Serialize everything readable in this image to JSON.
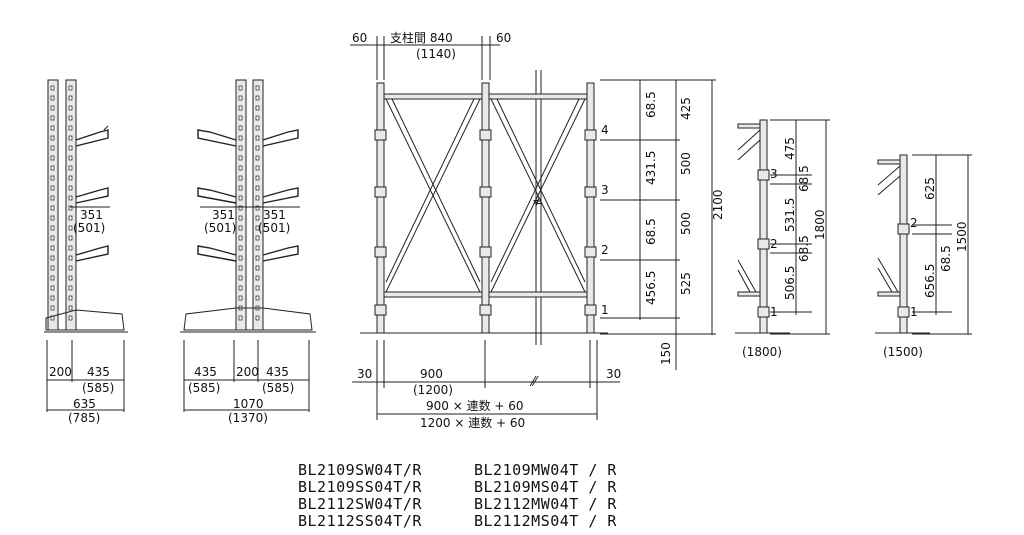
{
  "side_single": {
    "arm_length": "351",
    "arm_length_alt": "(501)",
    "col_width": "200",
    "arm_depth": "435",
    "arm_depth_alt": "(585)",
    "total_depth": "635",
    "total_depth_alt": "(785)"
  },
  "side_double": {
    "arm_length": "351",
    "arm_length_alt": "(501)",
    "arm_depth": "435",
    "arm_depth_alt": "(585)",
    "col_width": "200",
    "total_depth": "1070",
    "total_depth_alt": "(1370)"
  },
  "front": {
    "end_offset_left_top": "60",
    "end_offset_right_top": "60",
    "span_label": "支柱間 840",
    "span_label_alt": "(1140)",
    "bottom_offset_left": "30",
    "bottom_offset_right": "30",
    "bay_width": "900",
    "bay_width_alt": "(1200)",
    "formula_1": "900 × 連数 + 60",
    "formula_2": "1200 × 連数 + 60",
    "level_labels": [
      "4",
      "3",
      "2",
      "1"
    ],
    "inner_dims": [
      "68.5",
      "431.5",
      "68.5",
      "456.5"
    ],
    "outer_dims": [
      "425",
      "500",
      "500",
      "525"
    ],
    "total_height": "2100",
    "base_height": "150"
  },
  "side_1800": {
    "level_labels": [
      "3",
      "2",
      "1"
    ],
    "dims_a": [
      "475",
      "531.5",
      "506.5"
    ],
    "dims_b": [
      "68.5",
      "68.5"
    ],
    "total_height": "1800",
    "caption": "(1800)"
  },
  "side_1500": {
    "level_labels": [
      "2",
      "1"
    ],
    "dims_a": [
      "625",
      "656.5"
    ],
    "dims_b": [
      "68.5"
    ],
    "total_height": "1500",
    "caption": "(1500)"
  },
  "model_codes": [
    [
      "BL2109SW04T/R",
      "BL2109MW04T / R"
    ],
    [
      "BL2109SS04T/R",
      "BL2109MS04T / R"
    ],
    [
      "BL2112SW04T/R",
      "BL2112MW04T / R"
    ],
    [
      "BL2112SS04T/R",
      "BL2112MS04T / R"
    ]
  ]
}
